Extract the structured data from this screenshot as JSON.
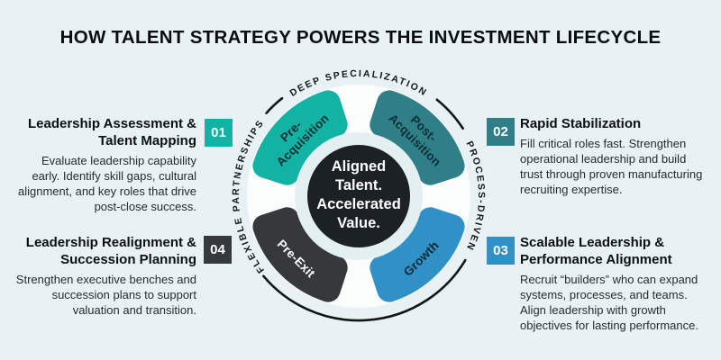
{
  "title": "HOW TALENT STRATEGY POWERS THE INVESTMENT LIFECYCLE",
  "palette": {
    "background": "#e8f1f3",
    "teal": "#12b3a2",
    "dark_teal": "#2f7f88",
    "blue": "#2f91c6",
    "charcoal": "#35393b",
    "center_circle": "#1b2124",
    "backing_ring": "#fbfdfd",
    "inner_ring": "#e4eff1"
  },
  "diagram": {
    "arc_labels": {
      "top": "DEEP SPECIALIZATION",
      "right": "PROCESS-DRIVEN",
      "left": "FLEXIBLE PARTNERSHIPS"
    },
    "quadrants": [
      {
        "id": "pre-acquisition",
        "lines": [
          "Pre-",
          "Acquisition"
        ],
        "color": "#12b3a2",
        "text_color": "#0d2e34"
      },
      {
        "id": "post-acquisition",
        "lines": [
          "Post-",
          "Acquisition"
        ],
        "color": "#2f7f88",
        "text_color": "#0d2e34"
      },
      {
        "id": "growth",
        "lines": [
          "Growth"
        ],
        "color": "#2f91c6",
        "text_color": "#0e2730"
      },
      {
        "id": "pre-exit",
        "lines": [
          "Pre-Exit"
        ],
        "color": "#35393b",
        "text_color": "#ffffff"
      }
    ],
    "center": {
      "lines": [
        "Aligned",
        "Talent.",
        "Accelerated",
        "Value."
      ]
    }
  },
  "items": [
    {
      "number": "01",
      "heading_line1": "Leadership Assessment &",
      "heading_line2": "Talent Mapping",
      "body": "Evaluate leadership capability early. Identify skill gaps, cultural alignment, and key roles that drive post-close success.",
      "color": "#12b3a2"
    },
    {
      "number": "02",
      "heading_line1": "Rapid Stabilization",
      "body": "Fill critical roles fast. Strengthen operational leadership and build trust through proven manufacturing recruiting expertise.",
      "color": "#2f7f88"
    },
    {
      "number": "03",
      "heading_line1": "Scalable Leadership &",
      "heading_line2": "Performance Alignment",
      "body": "Recruit “builders” who can expand systems, processes, and teams. Align leadership with growth objectives for lasting performance.",
      "color": "#2f91c6"
    },
    {
      "number": "04",
      "heading_line1": "Leadership Realignment &",
      "heading_line2": "Succession Planning",
      "body": "Strengthen executive benches and succession plans to support valuation and transition.",
      "color": "#35393b"
    }
  ]
}
